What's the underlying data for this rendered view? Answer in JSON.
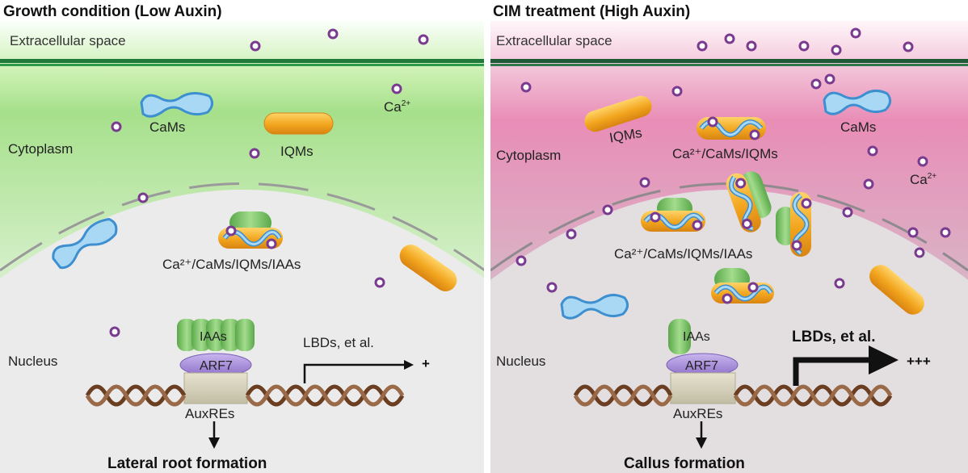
{
  "left_panel": {
    "title": "Growth condition (Low Auxin)",
    "extracellular_label": "Extracellular space",
    "cytoplasm_label": "Cytoplasm",
    "nucleus_label": "Nucleus",
    "cams_label": "CaMs",
    "iqms_label": "IQMs",
    "ca_label": "Ca",
    "ca_sup": "2+",
    "complex_label": "Ca²⁺/CaMs/IQMs/IAAs",
    "iaas_label": "IAAs",
    "arf7_label": "ARF7",
    "auxres_label": "AuxREs",
    "target_label": "LBDs, et al.",
    "expression_label": "+",
    "outcome_label": "Lateral root formation"
  },
  "right_panel": {
    "title": "CIM treatment (High Auxin)",
    "extracellular_label": "Extracellular space",
    "cytoplasm_label": "Cytoplasm",
    "nucleus_label": "Nucleus",
    "iqms_label": "IQMs",
    "cams_label": "CaMs",
    "cyto_complex_label": "Ca²⁺/CaMs/IQMs",
    "ca_label": "Ca",
    "ca_sup": "2+",
    "complex_label": "Ca²⁺/CaMs/IQMs/IAAs",
    "iaas_label": "IAAs",
    "arf7_label": "ARF7",
    "auxres_label": "AuxREs",
    "target_label": "LBDs, et al.",
    "expression_label": "+++",
    "outcome_label": "Callus formation"
  },
  "colors": {
    "low_auxin_bg": "#c8efb0",
    "high_auxin_bg": "#ecacc8",
    "nucleus_fill": "#e9e9ea",
    "calcium_ion": "#7a3a8f",
    "cam": "#4fa3d9",
    "iqm": "#f2a51e",
    "iaa": "#7fc36b",
    "arf7": "#a98bd8",
    "auxre": "#d6d2bd",
    "dna": "#7a4a2a"
  }
}
